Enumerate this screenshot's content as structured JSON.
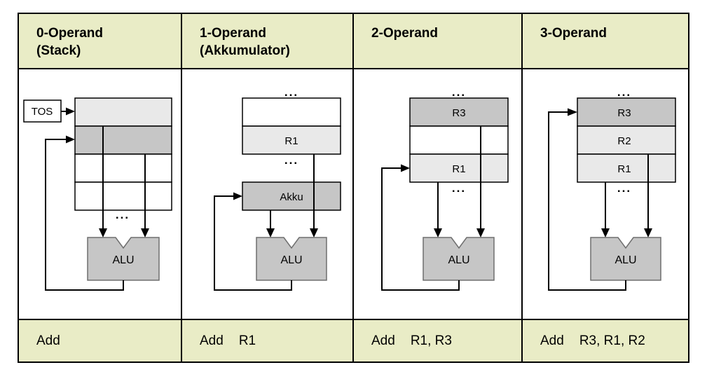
{
  "colors": {
    "canvas_bg": "#ffffff",
    "header_bg": "#e9ecc6",
    "cell_white": "#ffffff",
    "cell_light": "#e9e9e9",
    "cell_mid": "#c6c6c6",
    "alu_stroke": "#6e6e6e",
    "line": "#000000",
    "text": "#000000"
  },
  "shared": {
    "dots": "..."
  },
  "columns": [
    {
      "header1": "0-Operand",
      "header2": "(Stack)",
      "tos_label": "TOS",
      "alu_label": "ALU",
      "instruction": {
        "mnemonic": "Add",
        "operands": ""
      }
    },
    {
      "header1": "1-Operand",
      "header2": "(Akkumulator)",
      "regs": {
        "r1": "R1"
      },
      "akku_label": "Akku",
      "alu_label": "ALU",
      "instruction": {
        "mnemonic": "Add",
        "operands": "R1"
      }
    },
    {
      "header1": "2-Operand",
      "header2": "",
      "regs": {
        "r3": "R3",
        "r1": "R1"
      },
      "alu_label": "ALU",
      "instruction": {
        "mnemonic": "Add",
        "operands": "R1, R3"
      }
    },
    {
      "header1": "3-Operand",
      "header2": "",
      "regs": {
        "r3": "R3",
        "r2": "R2",
        "r1": "R1"
      },
      "alu_label": "ALU",
      "instruction": {
        "mnemonic": "Add",
        "operands": "R3, R1, R2"
      }
    }
  ]
}
